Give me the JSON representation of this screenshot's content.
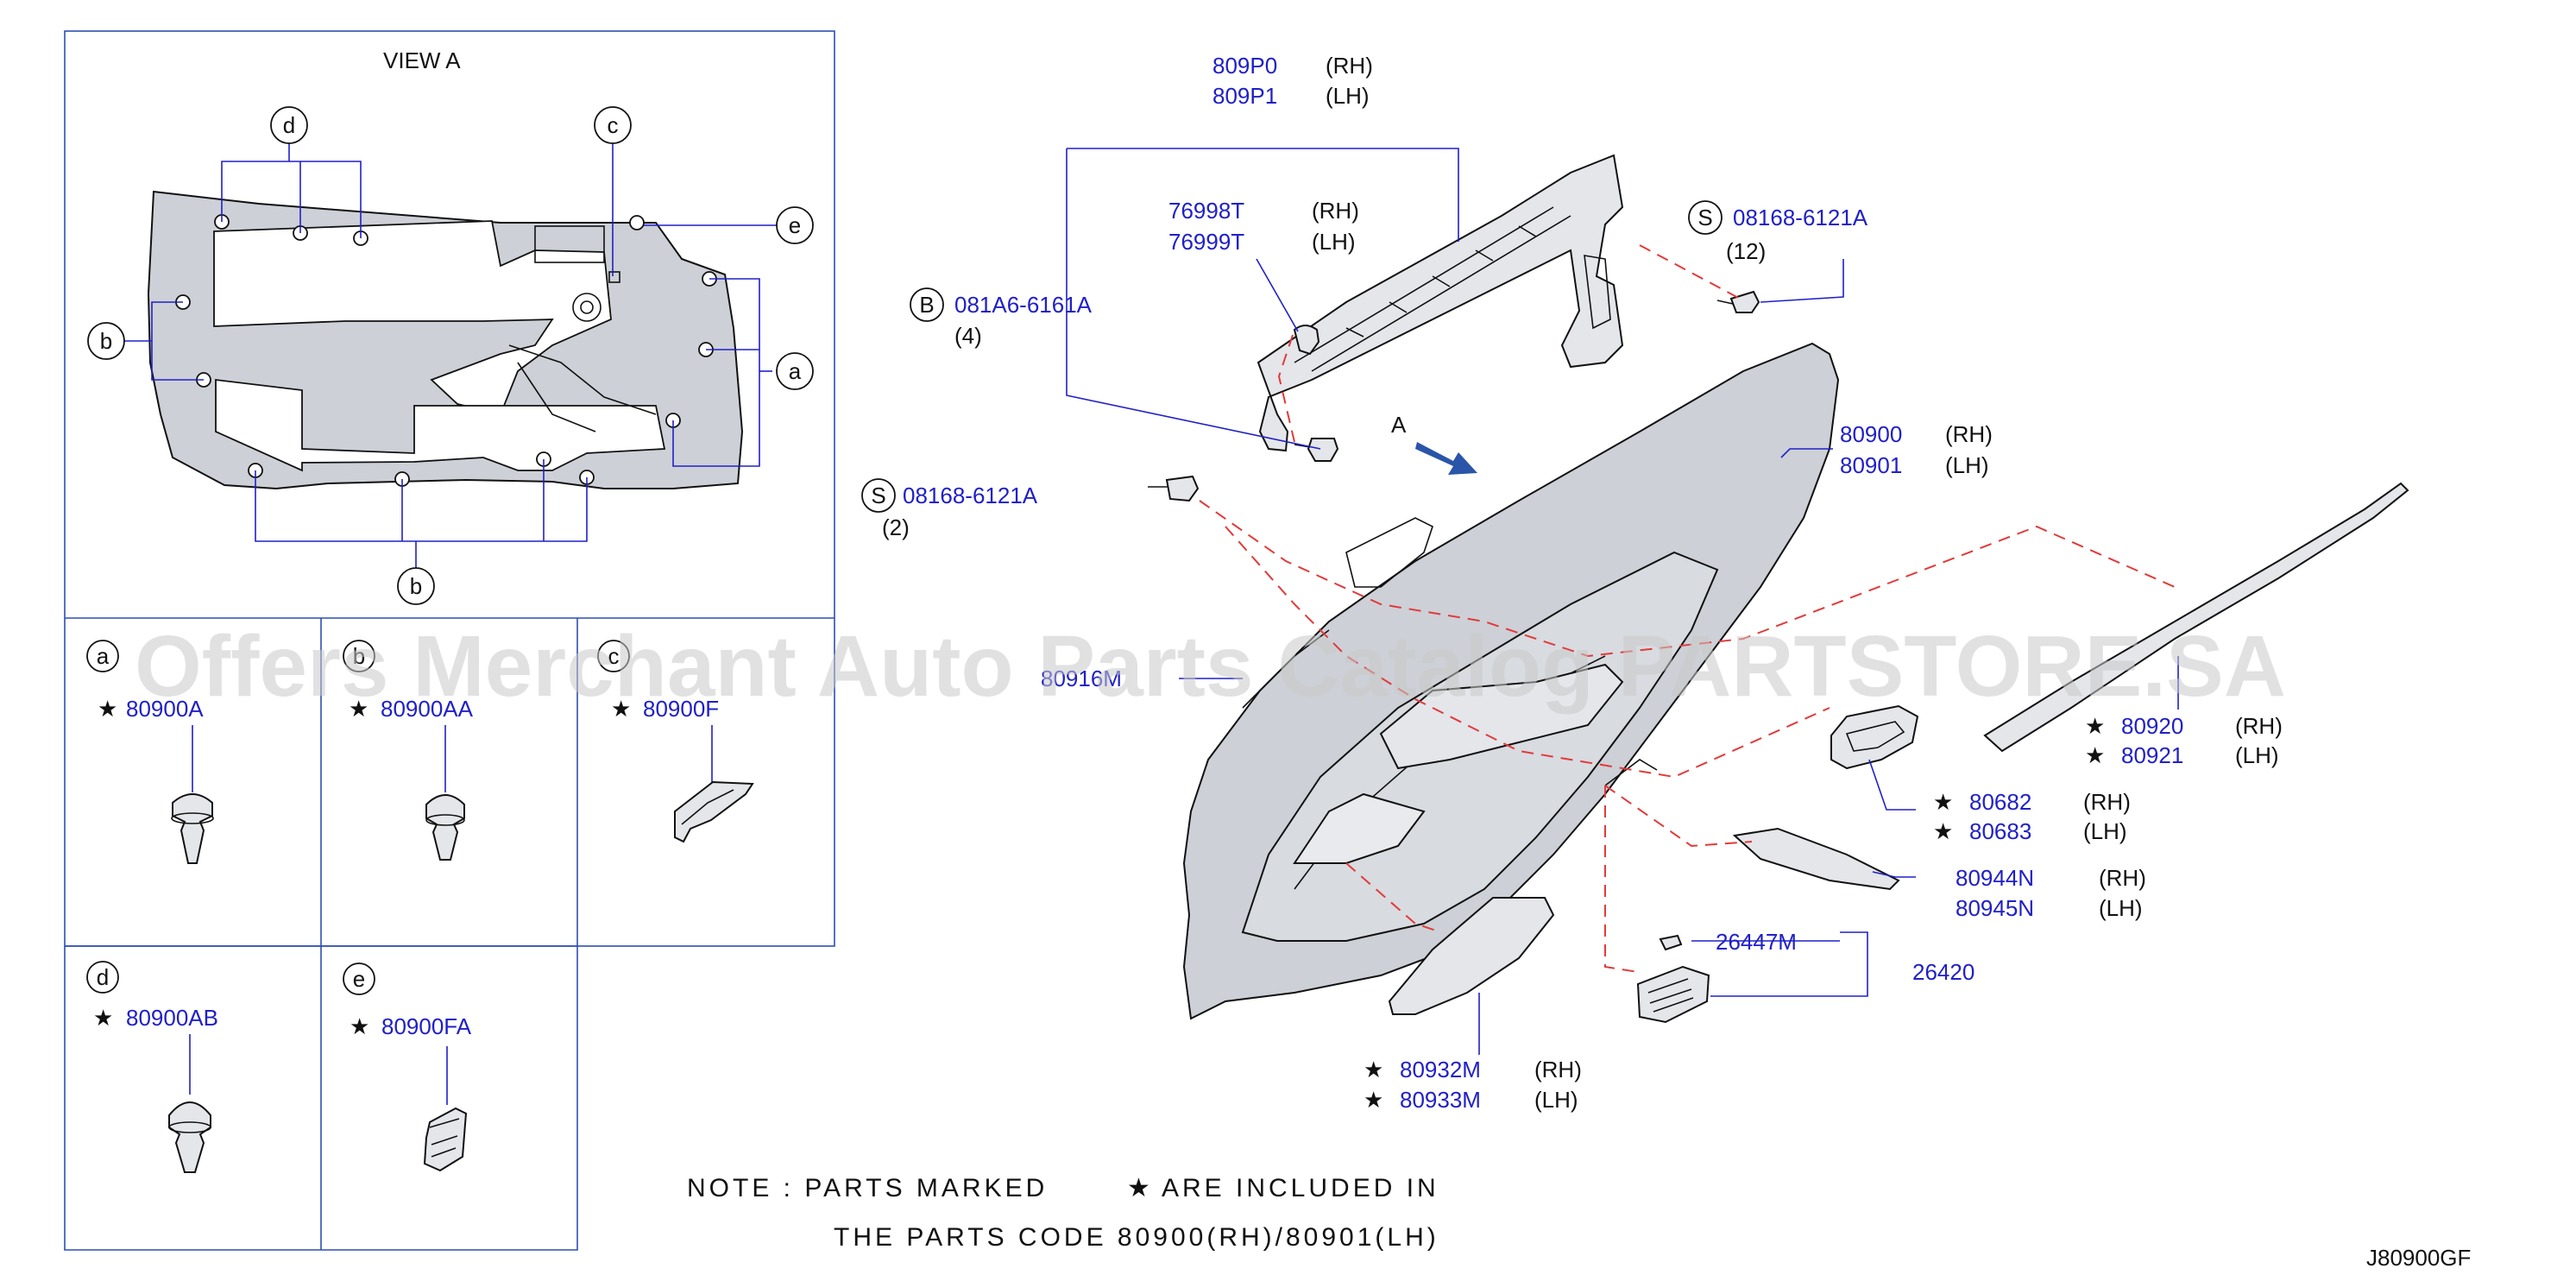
{
  "view_label": "VIEW   A",
  "watermark": "Offers Merchant Auto Parts Catalog PARTSTORE.SA",
  "drawing_code": "J80900GF",
  "note_line1": "NOTE  :  PARTS  MARKED",
  "note_line1b": "ARE  INCLUDED  IN",
  "note_line2": "THE  PARTS  CODE  80900(RH)/80901(LH)",
  "arrow_label": "A",
  "view_callouts": {
    "a": "a",
    "b": "b",
    "c": "c",
    "d": "d",
    "e": "e"
  },
  "clip_cells": [
    {
      "letter": "a",
      "part": "80900A"
    },
    {
      "letter": "b",
      "part": "80900AA"
    },
    {
      "letter": "c",
      "part": "80900F"
    },
    {
      "letter": "d",
      "part": "80900AB"
    },
    {
      "letter": "e",
      "part": "80900FA"
    }
  ],
  "labels": {
    "p809P0": "809P0",
    "p809P0_side": "(RH)",
    "p809P1": "809P1",
    "p809P1_side": "(LH)",
    "p76998T": "76998T",
    "p76998T_side": "(RH)",
    "p76999T": "76999T",
    "p76999T_side": "(LH)",
    "p081A6_prefix": "B",
    "p081A6": "081A6-6161A",
    "p081A6_qty": "(4)",
    "p08168a_prefix": "S",
    "p08168a": "08168-6121A",
    "p08168a_qty": "(12)",
    "p08168b_prefix": "S",
    "p08168b": "08168-6121A",
    "p08168b_qty": "(2)",
    "p80900": "80900",
    "p80900_side": "(RH)",
    "p80901": "80901",
    "p80901_side": "(LH)",
    "p80916M": "80916M",
    "p80920": "80920",
    "p80920_side": "(RH)",
    "p80921": "80921",
    "p80921_side": "(LH)",
    "p80682": "80682",
    "p80682_side": "(RH)",
    "p80683": "80683",
    "p80683_side": "(LH)",
    "p80944N": "80944N",
    "p80944N_side": "(RH)",
    "p80945N": "80945N",
    "p80945N_side": "(LH)",
    "p26447M": "26447M",
    "p26420": "26420",
    "p80932M": "80932M",
    "p80932M_side": "(RH)",
    "p80933M": "80933M",
    "p80933M_side": "(LH)"
  },
  "star": "★"
}
